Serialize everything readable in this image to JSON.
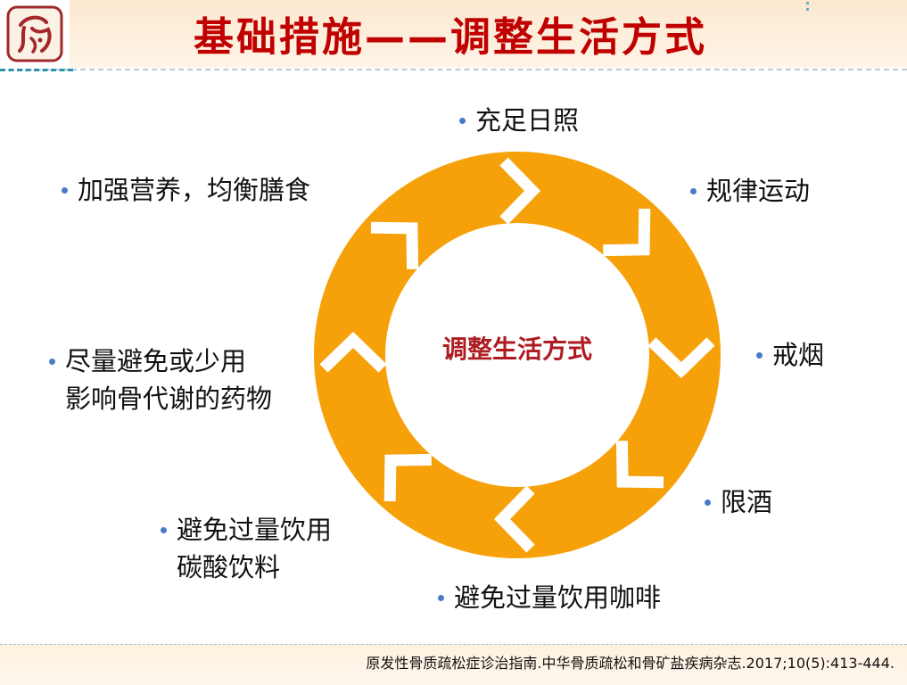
{
  "slide": {
    "title": "基础措施——调整生活方式",
    "citation": "原发性骨质疏松症诊治指南.中华骨质疏松和骨矿盐疾病杂志.2017;10(5):413-444."
  },
  "logo": {
    "icon": "brand-seal-icon"
  },
  "cycle": {
    "center_label": "调整生活方式",
    "items": [
      {
        "lines": [
          "充足日照"
        ]
      },
      {
        "lines": [
          "规律运动"
        ]
      },
      {
        "lines": [
          "戒烟"
        ]
      },
      {
        "lines": [
          "限酒"
        ]
      },
      {
        "lines": [
          "避免过量饮用咖啡"
        ]
      },
      {
        "lines": [
          "避免过量饮用",
          "碳酸饮料"
        ]
      },
      {
        "lines": [
          "尽量避免或少用",
          "影响骨代谢的药物"
        ]
      },
      {
        "lines": [
          "加强营养，均衡膳食"
        ]
      }
    ]
  },
  "colors": {
    "title": "#C00000",
    "center_label": "#AE1C22",
    "ring": "#F6A10A",
    "chevron": "#FFFFFF",
    "bullet": "#4A7BC8"
  }
}
